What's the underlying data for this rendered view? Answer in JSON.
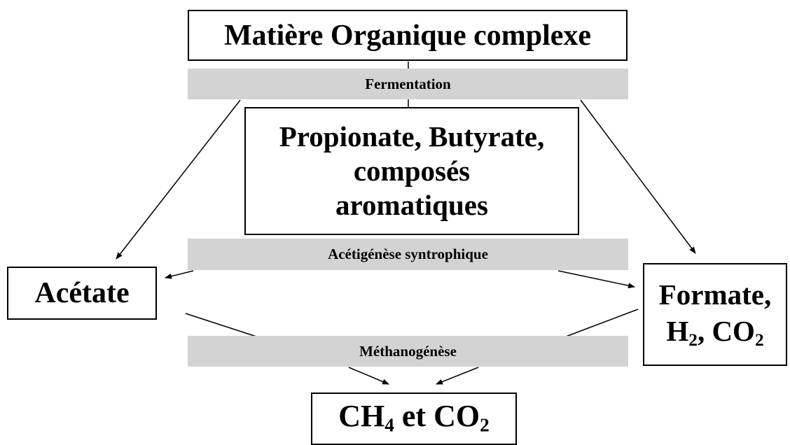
{
  "nodes": {
    "top": "Matière Organique complexe",
    "middle_line1": "Propionate, Butyrate,",
    "middle_line2": "composés",
    "middle_line3": "aromatiques",
    "left": "Acétate",
    "right_line1": "Formate,",
    "right_h": "H",
    "right_h_sub": "2",
    "right_sep": ", CO",
    "right_co_sub": "2",
    "bottom_ch": "CH",
    "bottom_ch_sub": "4",
    "bottom_mid": " et CO",
    "bottom_co_sub": "2"
  },
  "processes": {
    "fermentation": "Fermentation",
    "acetigenese": "Acétigénèse syntrophique",
    "methanogenese": "Méthanogénèse"
  },
  "colors": {
    "band": "#d3d3d3",
    "line": "#000000"
  }
}
